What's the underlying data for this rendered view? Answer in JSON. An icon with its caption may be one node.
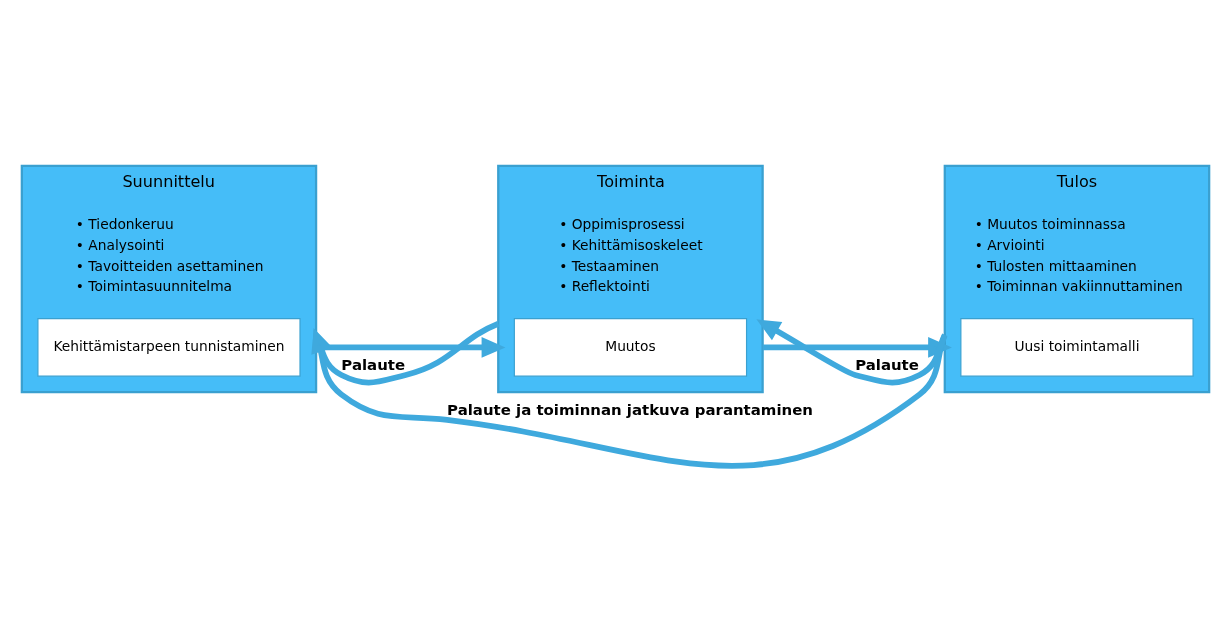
{
  "diagram": {
    "nodes": [
      {
        "text": [
          "Suunnittelu",
          "• Tiedonkeruu",
          "• Analysointi",
          "• Tavoitteiden asettaminen",
          "• Toimintasuunnitelma"
        ]
      },
      {
        "text": [
          "Kehittämistarpeen tunnistaminen"
        ],
        "in": 0
      },
      {
        "text": [
          "Toiminta",
          "• Oppimisprosessi",
          "• Kehittämisoskeleet",
          "• Testaaminen",
          "• Reflektointi"
        ]
      },
      {
        "text": [
          "Muutos"
        ],
        "in": 2
      },
      {
        "text": [
          "Tulos",
          "• Muutos toiminnassa",
          "• Arviointi",
          "• Tulosten mittaaminen",
          "• Toiminnan vakiinnuttaminen"
        ]
      },
      {
        "text": [
          "Uusi toimintamalli"
        ],
        "in": 4
      }
    ],
    "edges": [
      {
        "from": 0,
        "to": 2,
        "arrow": "to"
      },
      {
        "from": 2,
        "to": 4,
        "arrow": "to"
      },
      {
        "from": 2,
        "to": 0,
        "arrow": "to",
        "label": "Palaute"
      },
      {
        "from": 4,
        "to": 2,
        "arrow": "to",
        "label": "Palaute"
      },
      {
        "from": 4,
        "to": 0,
        "arrow": "to",
        "label": "Palaute ja toiminnan jatkuva parantaminen"
      }
    ]
  }
}
